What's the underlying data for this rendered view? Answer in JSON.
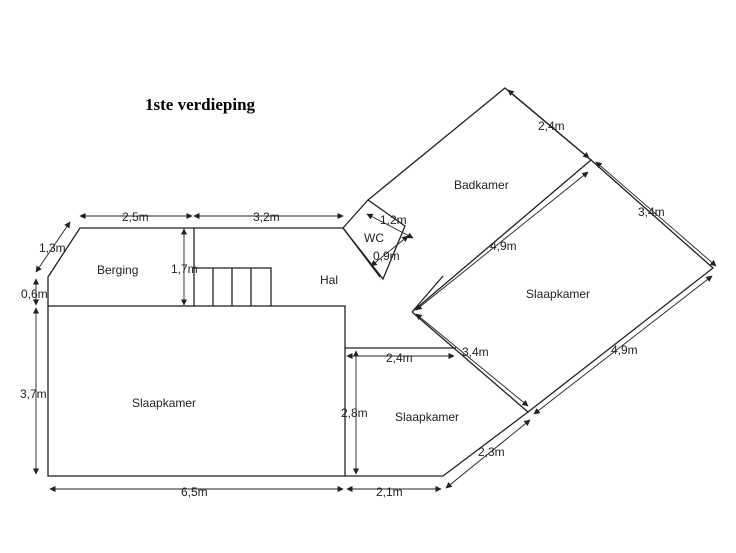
{
  "title": "1ste verdieping",
  "rooms": {
    "berging": "Berging",
    "hal": "Hal",
    "slaapkamer_main": "Slaapkamer",
    "slaapkamer_small": "Slaapkamer",
    "slaapkamer_right": "Slaapkamer",
    "badkamer": "Badkamer",
    "wc": "WC"
  },
  "dimensions": {
    "top_left": "2,5m",
    "top_right": "3,2m",
    "diag_left": "1,3m",
    "left_small": "0,6m",
    "stair_height": "1,7m",
    "left_main": "3,7m",
    "bottom_left": "6,5m",
    "bottom_right": "2,1m",
    "mid_height": "2,8m",
    "mid_horizontal": "2,4m",
    "wc_top": "1,2m",
    "wc_side": "0,9m",
    "bad_top": "2,4m",
    "bad_side": "3,4m",
    "slaap_diag_top": "4,9m",
    "slaap_side": "3,4m",
    "slaap_diag_bottom": "4,9m",
    "bottom_diag": "2,3m"
  }
}
